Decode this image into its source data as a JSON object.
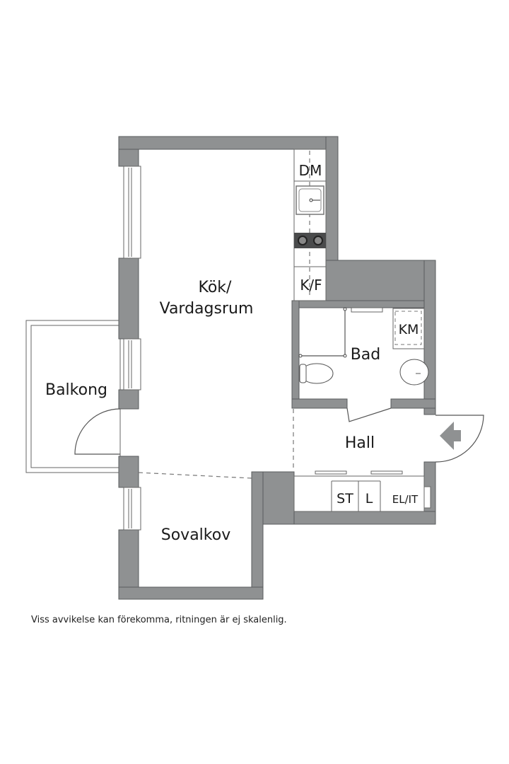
{
  "floorplan": {
    "rooms": {
      "kitchen_living": {
        "line1": "Kök/",
        "line2": "Vardagsrum"
      },
      "bathroom": "Bad",
      "hall": "Hall",
      "balcony": "Balkong",
      "bedroom_alcove": "Sovalkov"
    },
    "fixtures": {
      "dishwasher": "DM",
      "fridge_freezer": "K/F",
      "washing_machine": "KM",
      "wardrobe": "ST",
      "linen": "L",
      "electrical_it": "EL/IT"
    },
    "colors": {
      "wall": "#8f9192",
      "stove": "#4a4b4c",
      "background": "#ffffff"
    }
  },
  "footer": {
    "disclaimer": "Viss avvikelse kan förekomma, ritningen är ej skalenlig."
  }
}
